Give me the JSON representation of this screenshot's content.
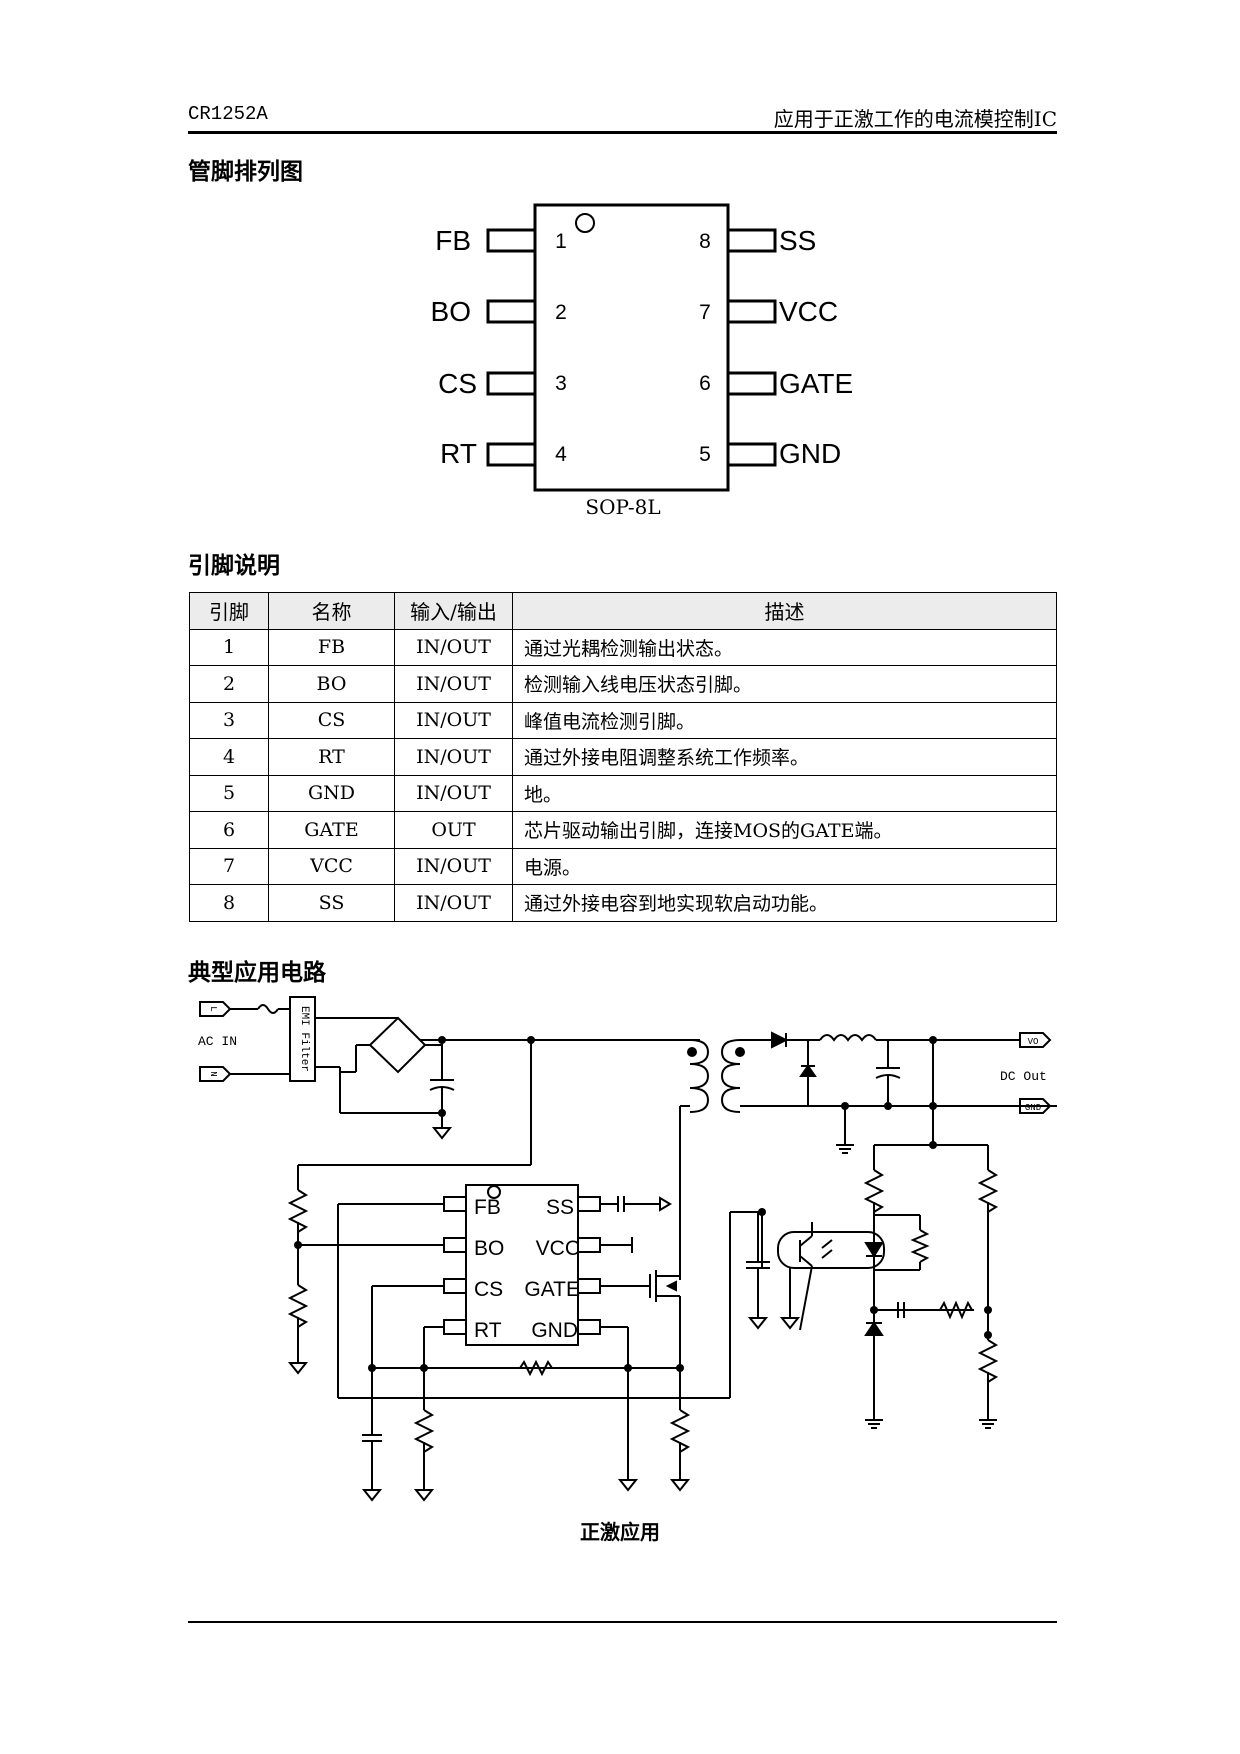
{
  "header": {
    "left": "CR1252A",
    "right": "应用于正激工作的电流模控制IC"
  },
  "sections": {
    "pinout_title": "管脚排列图",
    "pindesc_title": "引脚说明",
    "circuit_title": "典型应用电路"
  },
  "package": {
    "name": "SOP-8L",
    "left_pins": [
      {
        "num": "1",
        "name": "FB"
      },
      {
        "num": "2",
        "name": "BO"
      },
      {
        "num": "3",
        "name": "CS"
      },
      {
        "num": "4",
        "name": "RT"
      }
    ],
    "right_pins": [
      {
        "num": "8",
        "name": "SS"
      },
      {
        "num": "7",
        "name": "VCC"
      },
      {
        "num": "6",
        "name": "GATE"
      },
      {
        "num": "5",
        "name": "GND"
      }
    ]
  },
  "pin_table": {
    "headers": [
      "引脚",
      "名称",
      "输入/输出",
      "描述"
    ],
    "rows": [
      [
        "1",
        "FB",
        "IN/OUT",
        "通过光耦检测输出状态。"
      ],
      [
        "2",
        "BO",
        "IN/OUT",
        "检测输入线电压状态引脚。"
      ],
      [
        "3",
        "CS",
        "IN/OUT",
        "峰值电流检测引脚。"
      ],
      [
        "4",
        "RT",
        "IN/OUT",
        "通过外接电阻调整系统工作频率。"
      ],
      [
        "5",
        "GND",
        "IN/OUT",
        "地。"
      ],
      [
        "6",
        "GATE",
        "OUT",
        "芯片驱动输出引脚，连接MOS的GATE端。"
      ],
      [
        "7",
        "VCC",
        "IN/OUT",
        "电源。"
      ],
      [
        "8",
        "SS",
        "IN/OUT",
        "通过外接电容到地实现软启动功能。"
      ]
    ]
  },
  "circuit": {
    "ac_in": "AC IN",
    "l_label": "L",
    "n_label": "N",
    "emi_label": "EMI Filter",
    "dc_out": "DC Out",
    "vo_label": "VO",
    "gnd_tag": "GND",
    "ic_pins": [
      "FB",
      "SS",
      "BO",
      "VCC",
      "CS",
      "GATE",
      "RT",
      "GND"
    ]
  },
  "figure_caption": "正激应用"
}
